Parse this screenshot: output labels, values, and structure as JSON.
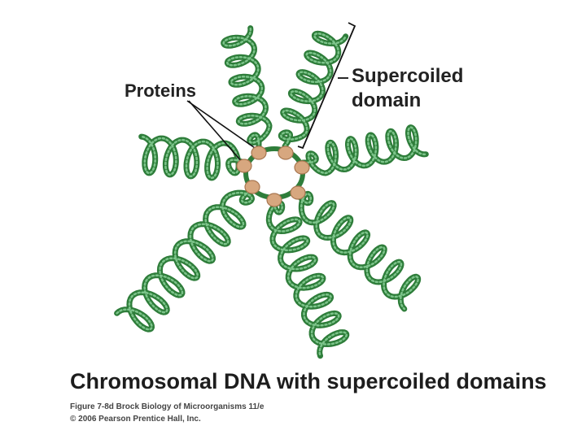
{
  "labels": {
    "proteins": "Proteins",
    "supercoiled_line1": "Supercoiled",
    "supercoiled_line2": "domain"
  },
  "caption": "Chromosomal DNA with supercoiled domains",
  "credit": {
    "line1": "Figure 7-8d Brock Biology of Microorganisms 11/e",
    "line2": "© 2006 Pearson Prentice Hall, Inc."
  },
  "colors": {
    "dna_dark": "#2e7d3a",
    "dna_light": "#7cc48a",
    "protein_fill": "#d7a77f",
    "protein_edge": "#a87650",
    "text": "#222222"
  },
  "icons": {
    "dna_loop": "supercoiled-dna-loop",
    "protein": "protein-bead"
  }
}
